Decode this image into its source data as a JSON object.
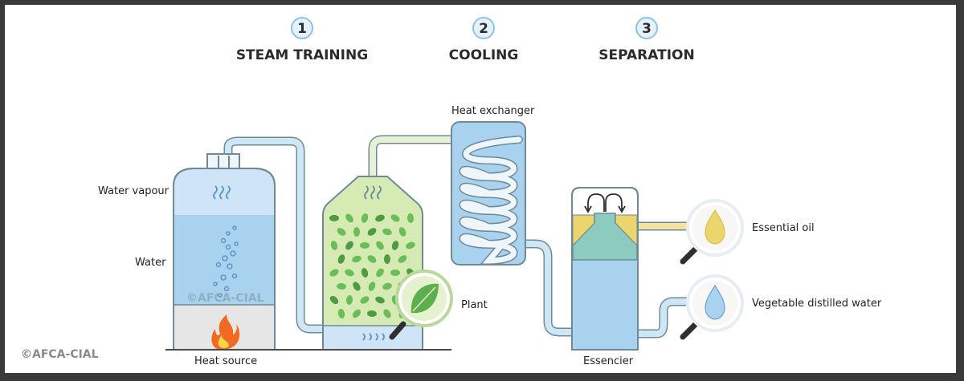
{
  "steps": [
    {
      "number": "1",
      "label": "STEAM TRAINING"
    },
    {
      "number": "2",
      "label": "COOLING"
    },
    {
      "number": "3",
      "label": "SEPARATION"
    }
  ],
  "labels": {
    "water_vapour": "Water vapour",
    "water": "Water",
    "heat_source": "Heat source",
    "plant": "Plant",
    "heat_exchanger": "Heat exchanger",
    "essencier": "Essencier",
    "essential_oil": "Essential oil",
    "vegetable_distilled_water": "Vegetable distilled water"
  },
  "watermarks": {
    "tank": "©AFCA-CIAL",
    "corner": "©AFCA-CIAL"
  },
  "colors": {
    "pipe": "#b9dcef",
    "pipe_outline": "#6e8a99",
    "water": "#a9d2ee",
    "vapour": "#cfe4f6",
    "plant_bg": "#d6ebb4",
    "leaf": "#5dae4d",
    "oil": "#ecd56c",
    "fire": "#f06a22"
  }
}
